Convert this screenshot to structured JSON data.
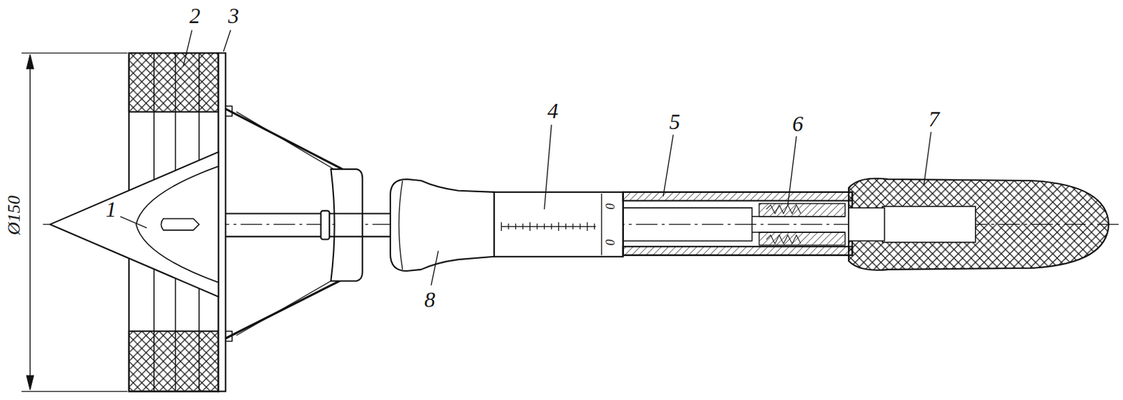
{
  "diagram": {
    "labels": [
      "1",
      "2",
      "3",
      "4",
      "5",
      "6",
      "7",
      "8",
      "Ø150",
      "0",
      "0"
    ]
  }
}
